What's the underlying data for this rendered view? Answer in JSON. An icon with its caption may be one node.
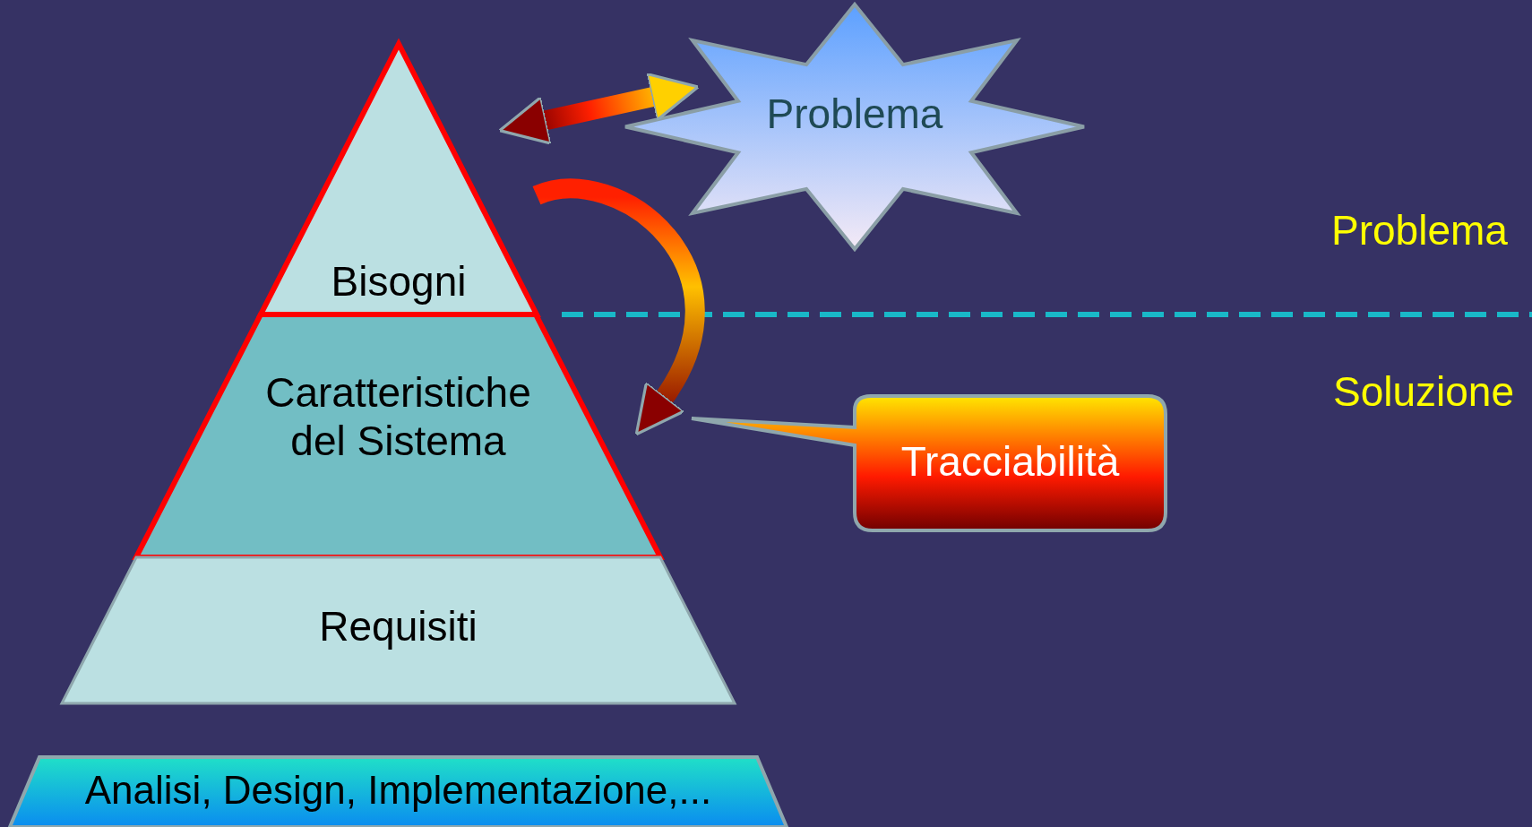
{
  "diagram": {
    "nodes": [
      {
        "text": [
          "Bisogni"
        ]
      },
      {
        "text": [
          "Caratteristiche del Sistema"
        ]
      },
      {
        "text": [
          "Requisiti"
        ]
      },
      {
        "text": [
          "Problema"
        ]
      },
      {
        "text": [
          "Tracciabilità"
        ]
      },
      {
        "text": [
          "Analisi, Design, Implementazione,..."
        ]
      }
    ],
    "edges": [
      {
        "from": 0,
        "to": 3,
        "arrow": "both"
      },
      {
        "from": 0,
        "to": 1,
        "arrow": "to"
      }
    ],
    "labels": [
      "Problema",
      "Soluzione"
    ]
  }
}
